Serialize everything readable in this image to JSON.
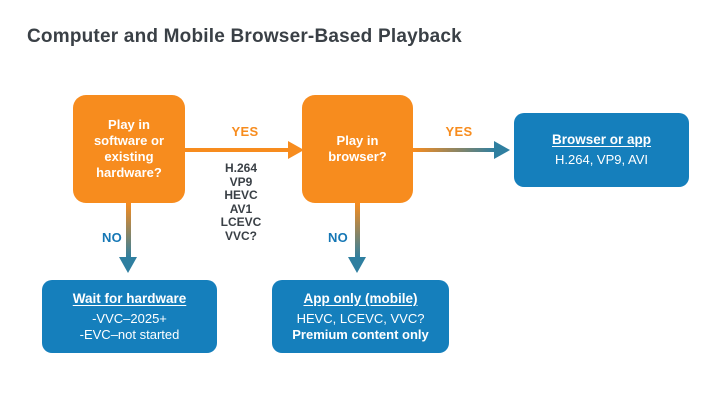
{
  "title": "Computer and Mobile Browser-Based Playback",
  "colors": {
    "orange": "#f78c1e",
    "blue": "#157fbc",
    "teal_arrow": "#2f7fa0",
    "text_dark": "#3a4046",
    "no_label_blue": "#1577b5"
  },
  "flow": {
    "box_software": {
      "label": "Play in\nsoftware or\nexisting\nhardware?"
    },
    "box_browser": {
      "label": "Play in\nbrowser?"
    },
    "box_browser_or_app": {
      "heading": "Browser or app",
      "line1": "H.264, VP9, AVI"
    },
    "box_wait_hardware": {
      "heading": "Wait for hardware",
      "line1": "-VVC–2025+",
      "line2": "-EVC–not started"
    },
    "box_app_only": {
      "heading": "App only (mobile)",
      "line1": "HEVC, LCEVC, VVC?",
      "line2": "Premium content only"
    },
    "labels": {
      "yes1": "YES",
      "yes2": "YES",
      "no1": "NO",
      "no2": "NO"
    },
    "codec_list": [
      "H.264",
      "VP9",
      "HEVC",
      "AV1",
      "LCEVC",
      "VVC?"
    ]
  }
}
